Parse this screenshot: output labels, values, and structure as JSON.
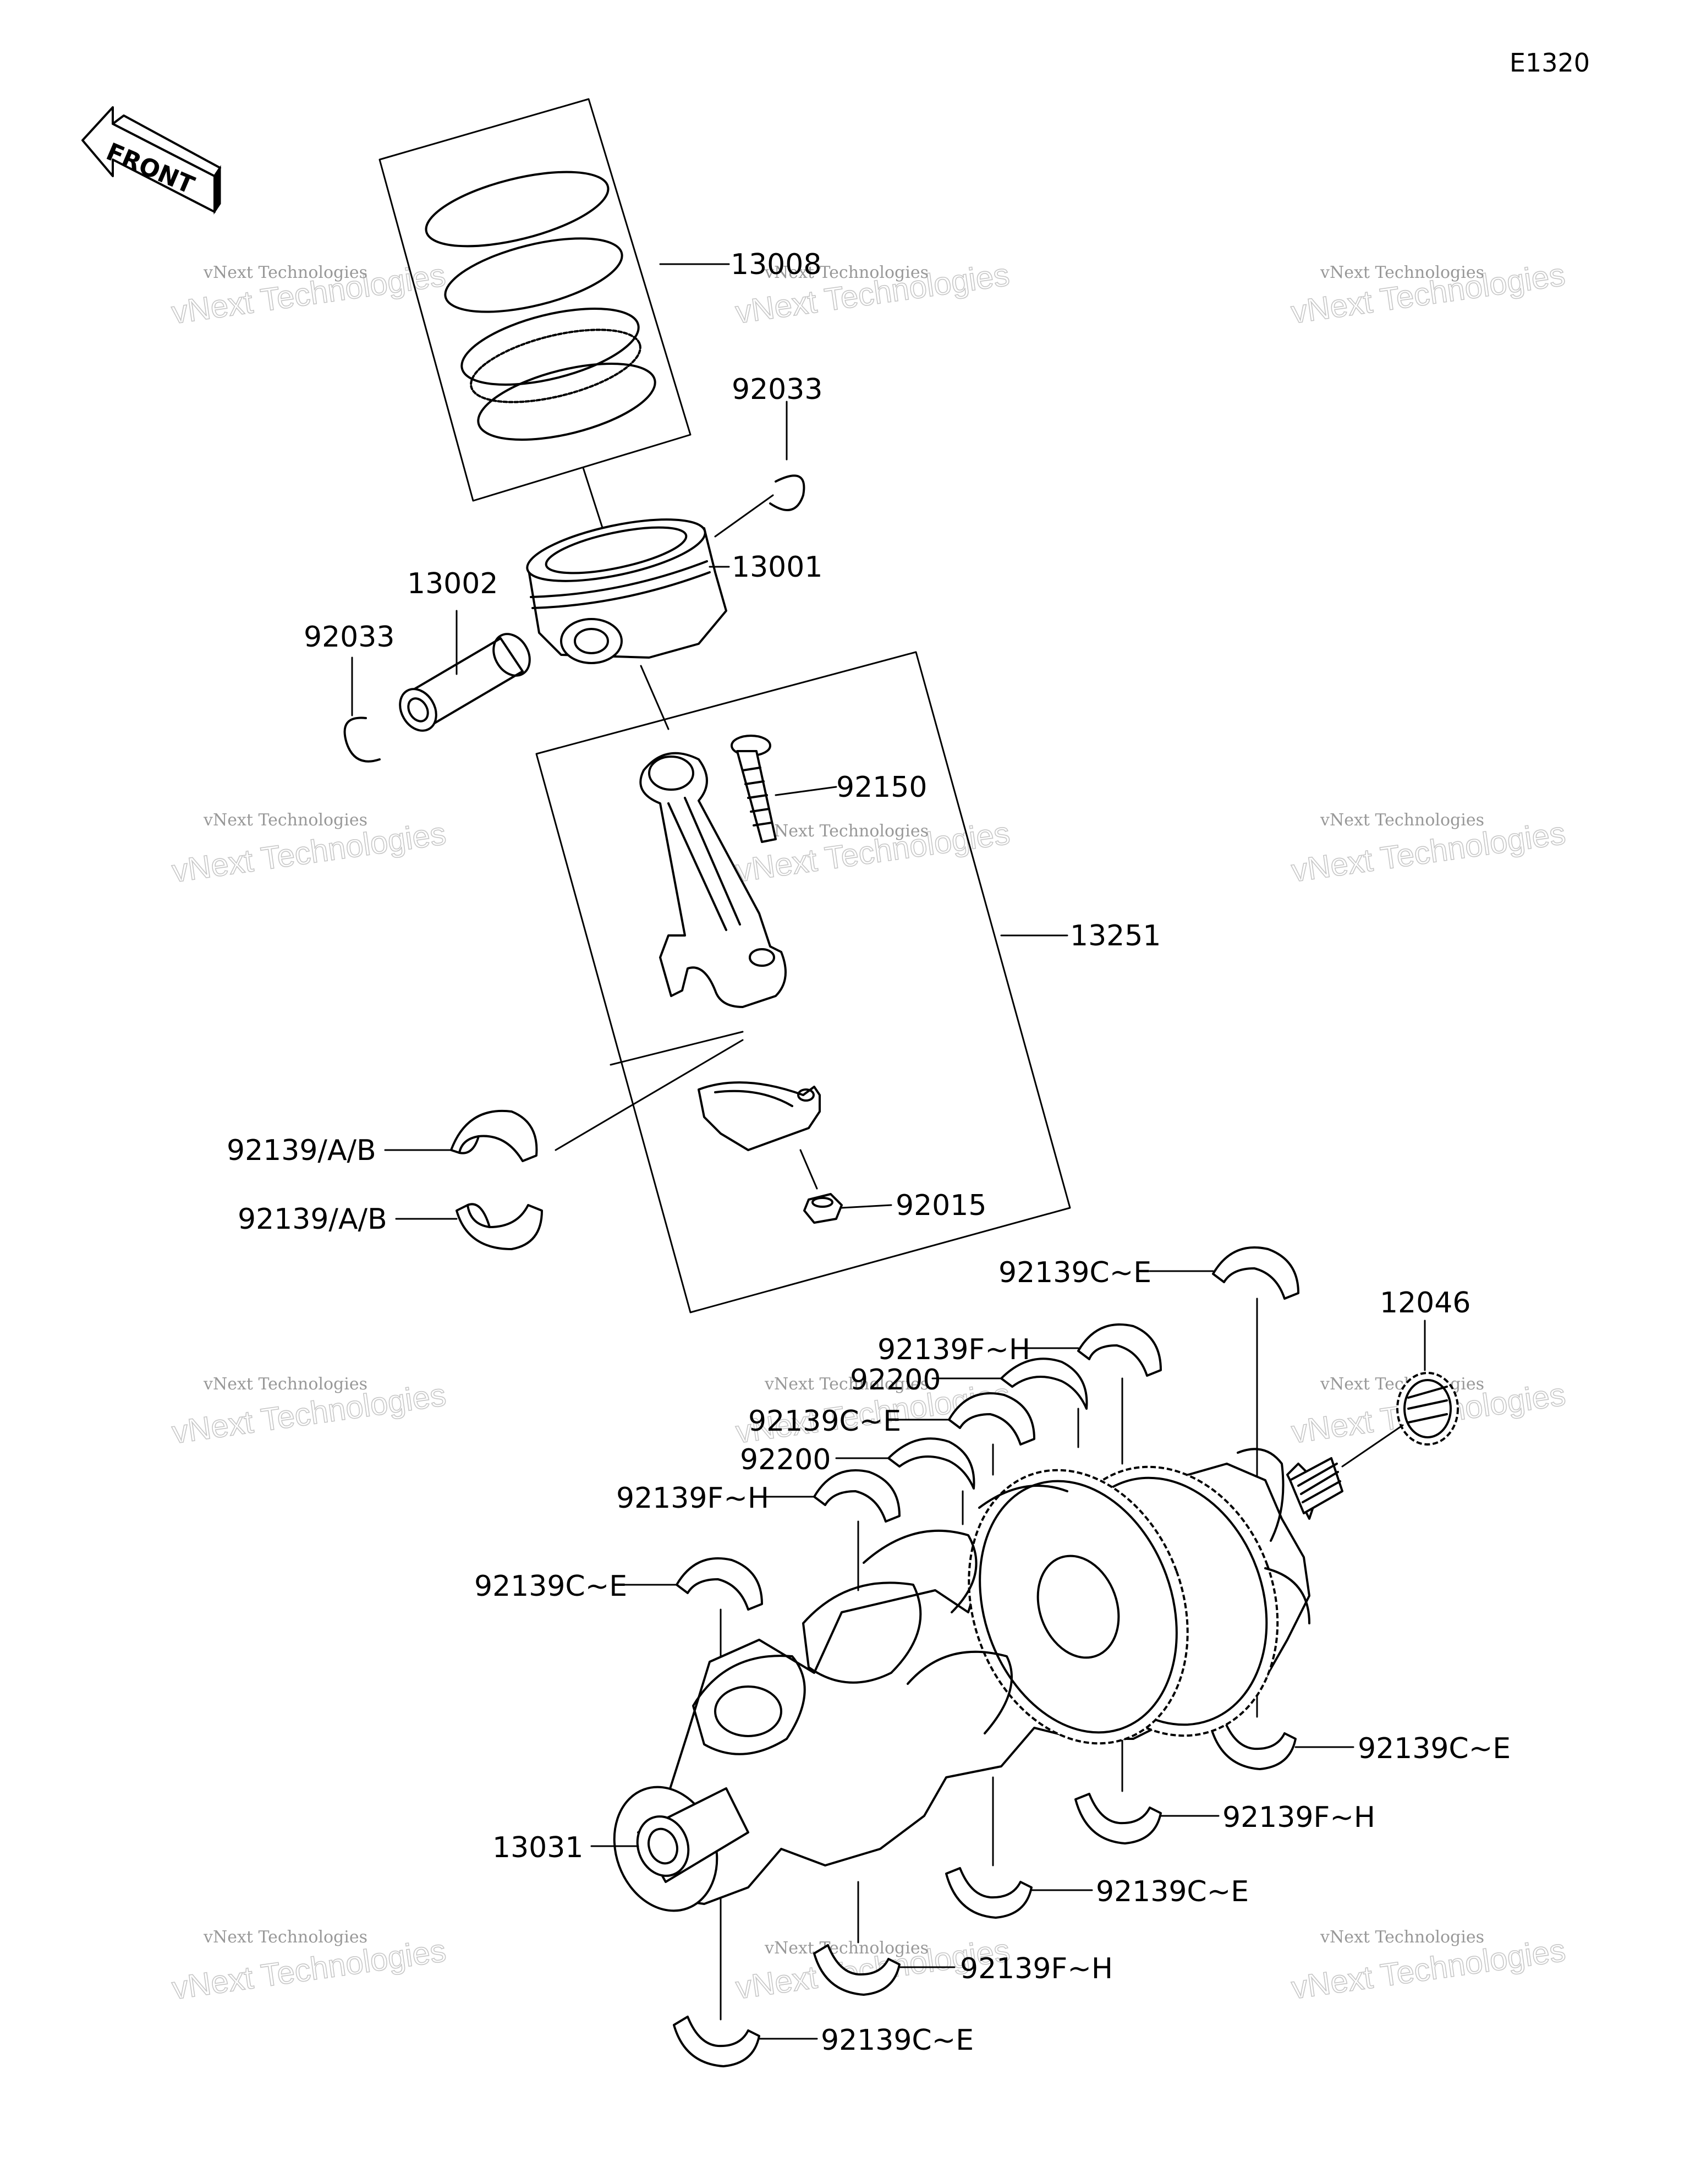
{
  "diagram_code": "E1320",
  "front_label": "FRONT",
  "watermark": {
    "line1": "vNext Technologies",
    "line2": "vNext Technologies"
  },
  "labels": {
    "l13008": "13008",
    "l92033a": "92033",
    "l13001": "13001",
    "l13002": "13002",
    "l92033b": "92033",
    "l92150": "92150",
    "l13251": "13251",
    "l92139ab1": "92139/A/B",
    "l92139ab2": "92139/A/B",
    "l92015": "92015",
    "l92139ce1": "92139C~E",
    "l12046": "12046",
    "l92139fh1": "92139F~H",
    "l92200a": "92200",
    "l92139ce2": "92139C~E",
    "l92200b": "92200",
    "l92139fh2": "92139F~H",
    "l92139ce3": "92139C~E",
    "l92139ce4": "92139C~E",
    "l92139fh3": "92139F~H",
    "l13031": "13031",
    "l92139ce5": "92139C~E",
    "l92139fh4": "92139F~H",
    "l92139ce6": "92139C~E"
  }
}
